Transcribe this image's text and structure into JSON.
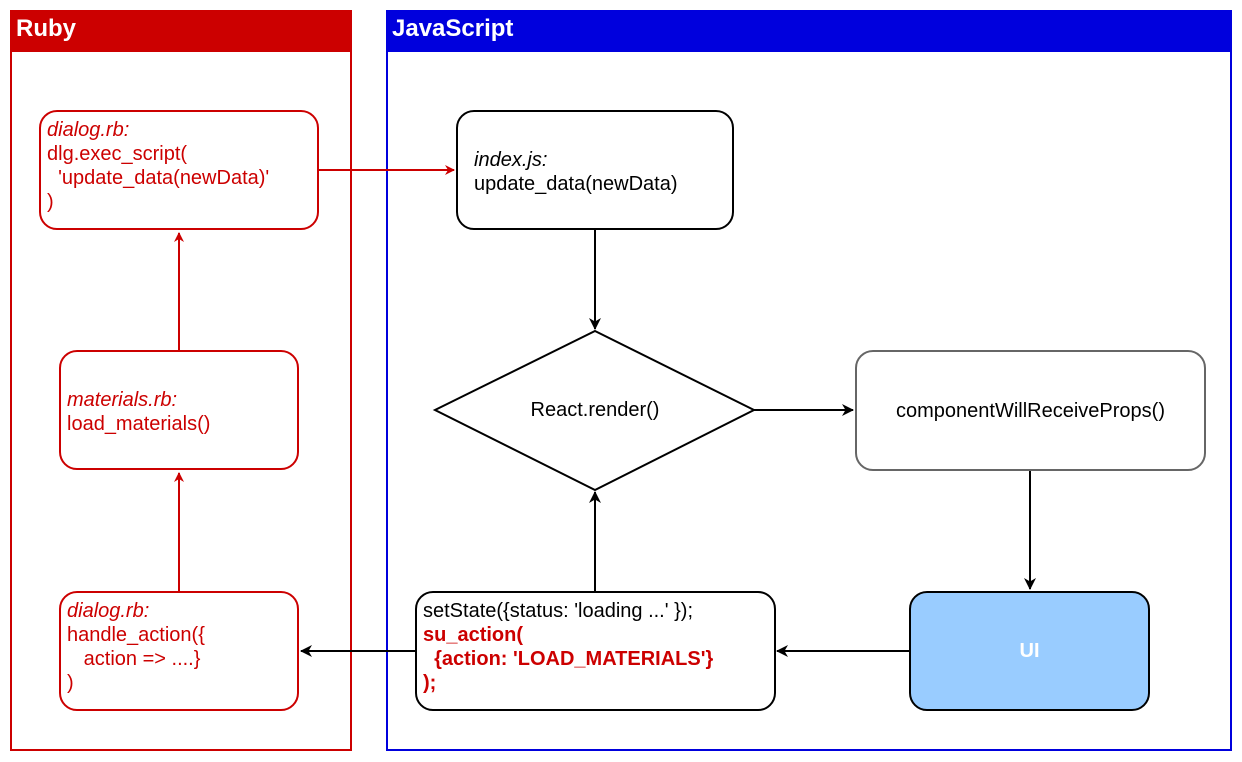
{
  "colors": {
    "ruby": "#cc0000",
    "javascript": "#0000dd",
    "ui_fill": "#99ccff",
    "gray_border": "#666666"
  },
  "lanes": {
    "ruby": {
      "title": "Ruby"
    },
    "javascript": {
      "title": "JavaScript"
    }
  },
  "nodes": {
    "dialog_exec": {
      "file": "dialog.rb:",
      "line1": "dlg.exec_script(",
      "line2": "  'update_data(newData)'",
      "line3": ")"
    },
    "materials": {
      "file": "materials.rb:",
      "line1": "load_materials()"
    },
    "dialog_handle": {
      "file": "dialog.rb:",
      "line1": "handle_action({",
      "line2": "   action => ....}",
      "line3": ")"
    },
    "index_js": {
      "file": "index.js:",
      "line1": "update_data(newData)"
    },
    "react_render": {
      "label": "React.render()"
    },
    "cwrp": {
      "label": "componentWillReceiveProps()"
    },
    "ui": {
      "label": "UI"
    },
    "set_state": {
      "line1": "setState({status: 'loading ...' });",
      "line2": "su_action(",
      "line3": "  {action: 'LOAD_MATERIALS'}",
      "line4": ");"
    }
  }
}
